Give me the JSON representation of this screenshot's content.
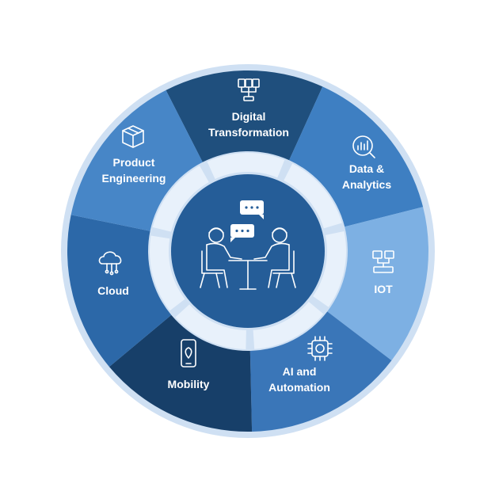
{
  "segments": [
    {
      "id": "digital-transformation",
      "lines": [
        "Digital",
        "Transformation"
      ],
      "color": "#1f4f7d",
      "icon": "circuit-board-icon"
    },
    {
      "id": "data-analytics",
      "lines": [
        "Data &",
        "Analytics"
      ],
      "color": "#3e7fc2",
      "icon": "magnifier-chart-icon"
    },
    {
      "id": "iot",
      "lines": [
        "IOT"
      ],
      "color": "#7db0e3",
      "icon": "connected-devices-icon"
    },
    {
      "id": "ai-automation",
      "lines": [
        "AI and",
        "Automation"
      ],
      "color": "#3a76b8",
      "icon": "ai-chip-icon"
    },
    {
      "id": "mobility",
      "lines": [
        "Mobility"
      ],
      "color": "#173f69",
      "icon": "smartphone-location-icon"
    },
    {
      "id": "cloud",
      "lines": [
        "Cloud"
      ],
      "color": "#2c68a8",
      "icon": "cloud-network-icon"
    },
    {
      "id": "product-engineering",
      "lines": [
        "Product",
        "Engineering"
      ],
      "color": "#4786c7",
      "icon": "product-box-icon"
    }
  ],
  "colors": {
    "rim": "#cfe0f3",
    "ring": "#e8f1fb",
    "hub": "#255d98"
  },
  "center": {
    "icon": "two-people-meeting-icon"
  }
}
